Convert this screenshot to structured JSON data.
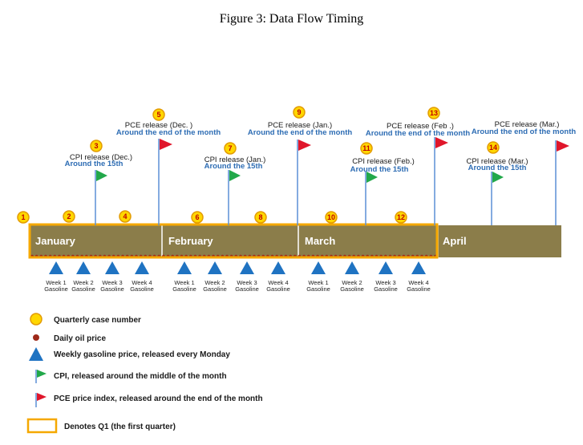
{
  "figure": {
    "title": "Figure 3: Data Flow Timing"
  },
  "months": [
    "January",
    "February",
    "March",
    "April"
  ],
  "case_numbers": [
    "1",
    "2",
    "3",
    "4",
    "5",
    "6",
    "7",
    "8",
    "9",
    "10",
    "11",
    "12",
    "13",
    "14"
  ],
  "cpi_releases": [
    {
      "case": "3",
      "title": "CPI release (Dec.)",
      "sub": "Around the 15th"
    },
    {
      "case": "7",
      "title": "CPI release (Jan.)",
      "sub": "Around the 15th"
    },
    {
      "case": "11",
      "title": "CPI release (Feb.)",
      "sub": "Around the 15th"
    },
    {
      "case": "14",
      "title": "CPI release (Mar.)",
      "sub": "Around the 15th"
    }
  ],
  "pce_releases": [
    {
      "case": "5",
      "title": "PCE release (Dec. )",
      "sub": "Around the end of the month"
    },
    {
      "case": "9",
      "title": "PCE release (Jan.)",
      "sub": "Around the end of the month"
    },
    {
      "case": "13",
      "title": "PCE release (Feb .)",
      "sub": "Around the end of the month"
    },
    {
      "case": "",
      "title": "PCE release (Mar.)",
      "sub": "Around the end of the month"
    }
  ],
  "weekly_labels": [
    [
      "Week 1",
      "Gasoline"
    ],
    [
      "Week 2",
      "Gasoline"
    ],
    [
      "Week 3",
      "Gasoline"
    ],
    [
      "Week 4",
      "Gasoline"
    ],
    [
      "Week 1",
      "Gasoline"
    ],
    [
      "Week 2",
      "Gasoline"
    ],
    [
      "Week 3",
      "Gasoline"
    ],
    [
      "Week 4",
      "Gasoline"
    ],
    [
      "Week 1",
      "Gasoline"
    ],
    [
      "Week 2",
      "Gasoline"
    ],
    [
      "Week 3",
      "Gasoline"
    ],
    [
      "Week 4",
      "Gasoline"
    ]
  ],
  "legend": [
    {
      "icon": "yellow-circle-icon",
      "label": "Quarterly case number"
    },
    {
      "icon": "oil-dot-icon",
      "label": "Daily oil price"
    },
    {
      "icon": "blue-triangle-icon",
      "label": "Weekly gasoline price, released every Monday"
    },
    {
      "icon": "green-flag-icon",
      "label": "CPI, released around the middle of the month"
    },
    {
      "icon": "red-flag-icon",
      "label": "PCE price index, released around the end of the month"
    },
    {
      "icon": "orange-box-icon",
      "label": "Denotes Q1 (the first quarter)"
    }
  ],
  "colors": {
    "bar": "#8b7d4a",
    "q1_border": "#f5a800",
    "case_fill": "#ffd700",
    "case_stroke": "#e39b00",
    "oil": "#9e2a1a",
    "triangle": "#1f73c2",
    "cpi_flag": "#22a84a",
    "pce_flag": "#e0162b",
    "pole": "#5b8fd6",
    "sub_text": "#2e6db4"
  }
}
